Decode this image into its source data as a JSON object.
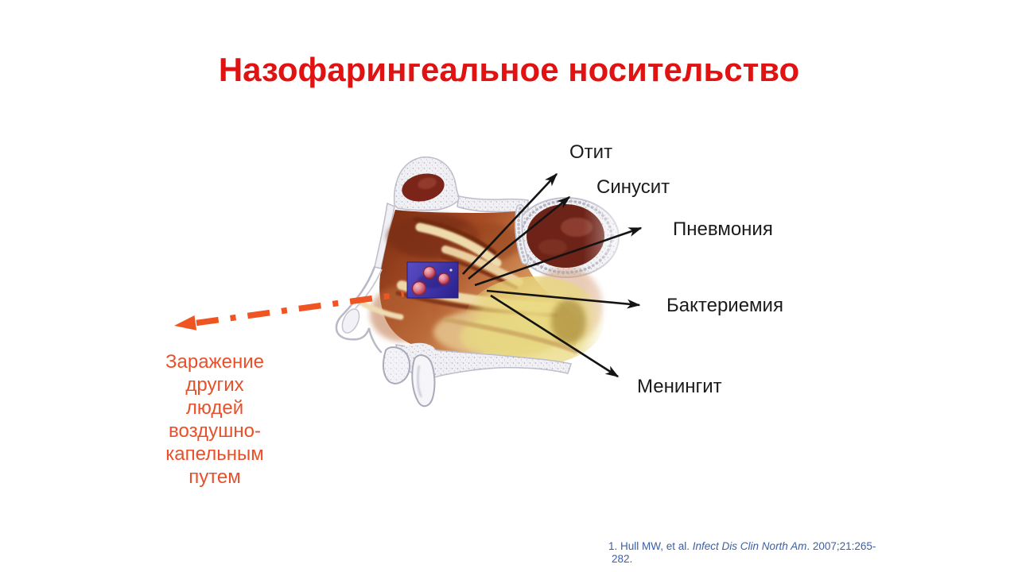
{
  "slide": {
    "title": "Назофарингеальное носительство",
    "background": "#ffffff"
  },
  "colors": {
    "title": "#e01212",
    "label_text": "#1b1b1b",
    "transmission_text": "#e8502a",
    "transmission_arrow": "#ef5423",
    "black_arrow": "#141414",
    "citation_text": "#3c5fa6",
    "bacteria_box": "#352b9b",
    "bone": "#f1f1f5",
    "mucosa_dark": "#7a2d14",
    "mucosa_light": "#ecd2a0",
    "sinus_dark": "#6e2318",
    "soft_palate_yellow": "#e9d878"
  },
  "diagram": {
    "figure_name": "nasal-cavity-sagittal-cross-section",
    "inset_name": "pneumococci-micrograph",
    "complications": {
      "otitis": "Отит",
      "sinusitis": "Синусит",
      "pneumonia": "Пневмония",
      "bacteremia": "Бактериемия",
      "meningitis": "Менингит"
    },
    "transmission_note": "Заражение\nдругих\nлюдей\nвоздушно-\nкапельным\nпутем"
  },
  "citation": {
    "prefix": "1. Hull MW, et al. ",
    "journal": "Infect Dis Clin North Am",
    "suffix": ". 2007;21:265-",
    "line2": "282."
  }
}
